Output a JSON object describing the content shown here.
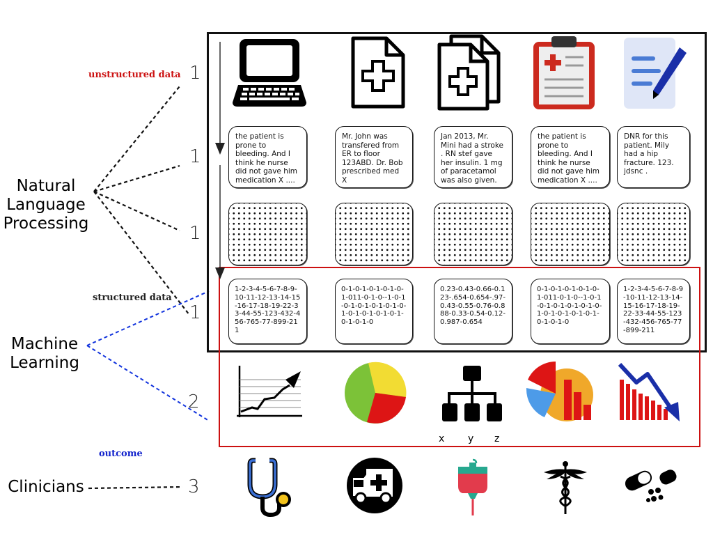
{
  "left_labels": {
    "nlp": [
      "Natural",
      "Language",
      "Processing"
    ],
    "ml": [
      "Machine",
      "Learning"
    ],
    "clinicians": "Clinicians"
  },
  "stage_labels": {
    "unstructured": "unstructured data",
    "structured": "structured data",
    "outcome": "outcome"
  },
  "stage_numbers": [
    "1",
    "1",
    "1",
    "1",
    "2",
    "3"
  ],
  "source_icons": [
    "laptop-icon",
    "medical-document-icon",
    "medical-documents-icon",
    "clipboard-icon",
    "note-pen-icon"
  ],
  "notes": [
    "the patient is prone to bleeding. And I think he nurse did not gave him medication X ....",
    "Mr. John was transfered from ER to floor 123ABD. Dr. Bob prescribed med X",
    "Jan 2013, Mr. Mini had a stroke . RN stef gave her insulin. 1 mg of paracetamol was also given.",
    "the patient is prone to bleeding. And I think he nurse did not gave him medication X ....",
    "DNR for this patient. Mily had a hip fracture. 123. jdsnc ."
  ],
  "structured": [
    "1-2-3-4-5-6-7-8-9-10-11-12-13-14-15-16-17-18-19-22-33-44-55-123-432-456-765-77-899-211",
    "0-1-0-1-0-1-0-1-0-1-011-0-1-0--1-0-1-0-1-0-1-0-1-0-1-0-1-0-1-0-1-0-1-0-1-0-1-0-1-0",
    "0.23-0.43-0.66-0.123-.654-0.654-.97-0.43-0.55-0.76-0.888-0.33-0.54-0.12-0.987-0.654",
    "0-1-0-1-0-1-0-1-0-1-011-0-1-0--1-0-1-0-1-0-1-0-1-0-1-0-1-0-1-0-1-0-1-0-1-0-1-0-1-0",
    "1-2-3-4-5-6-7-8-9-10-11-12-13-14-15-16-17-18-19-22-33-44-55-123-432-456-765-77-899-211"
  ],
  "ml_icons": [
    "trend-chart-icon",
    "pie-chart-icon",
    "hierarchy-tree-icon",
    "pie-bar-chart-icon",
    "declining-bar-chart-icon"
  ],
  "tree_labels": [
    "x",
    "y",
    "z"
  ],
  "clinical_icons": [
    "stethoscope-icon",
    "ambulance-icon",
    "iv-drip-icon",
    "caduceus-icon",
    "pills-icon"
  ],
  "colors": {
    "unstructured": "#cc1111",
    "structured": "#222222",
    "outcome": "#1122cc",
    "ml_box": "#cc1111",
    "nlp_dash": "#111111",
    "ml_dash": "#1133dd"
  }
}
